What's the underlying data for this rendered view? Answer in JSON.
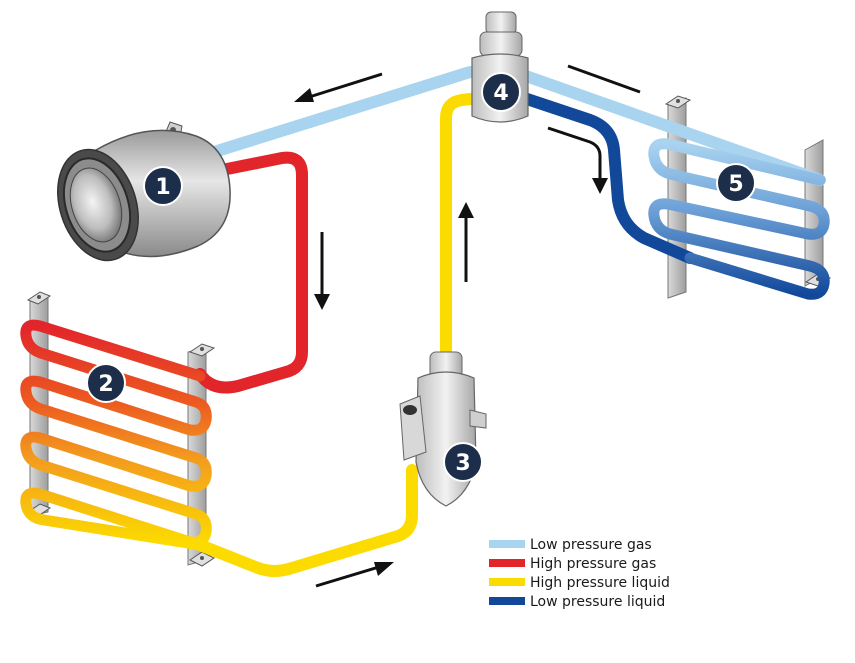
{
  "components": [
    {
      "id": "1",
      "number": "1"
    },
    {
      "id": "2",
      "number": "2"
    },
    {
      "id": "3",
      "number": "3"
    },
    {
      "id": "4",
      "number": "4"
    },
    {
      "id": "5",
      "number": "5"
    }
  ],
  "legend": [
    {
      "label": "Low pressure gas",
      "color": "#a9d4f0"
    },
    {
      "label": "High pressure gas",
      "color": "#e2242b"
    },
    {
      "label": "High pressure liquid",
      "color": "#fcdc00"
    },
    {
      "label": "Low pressure liquid",
      "color": "#12489a"
    }
  ],
  "colors": {
    "badge": "#1c2e4a",
    "arrow": "#111111",
    "metal": "#c8c8c8"
  }
}
